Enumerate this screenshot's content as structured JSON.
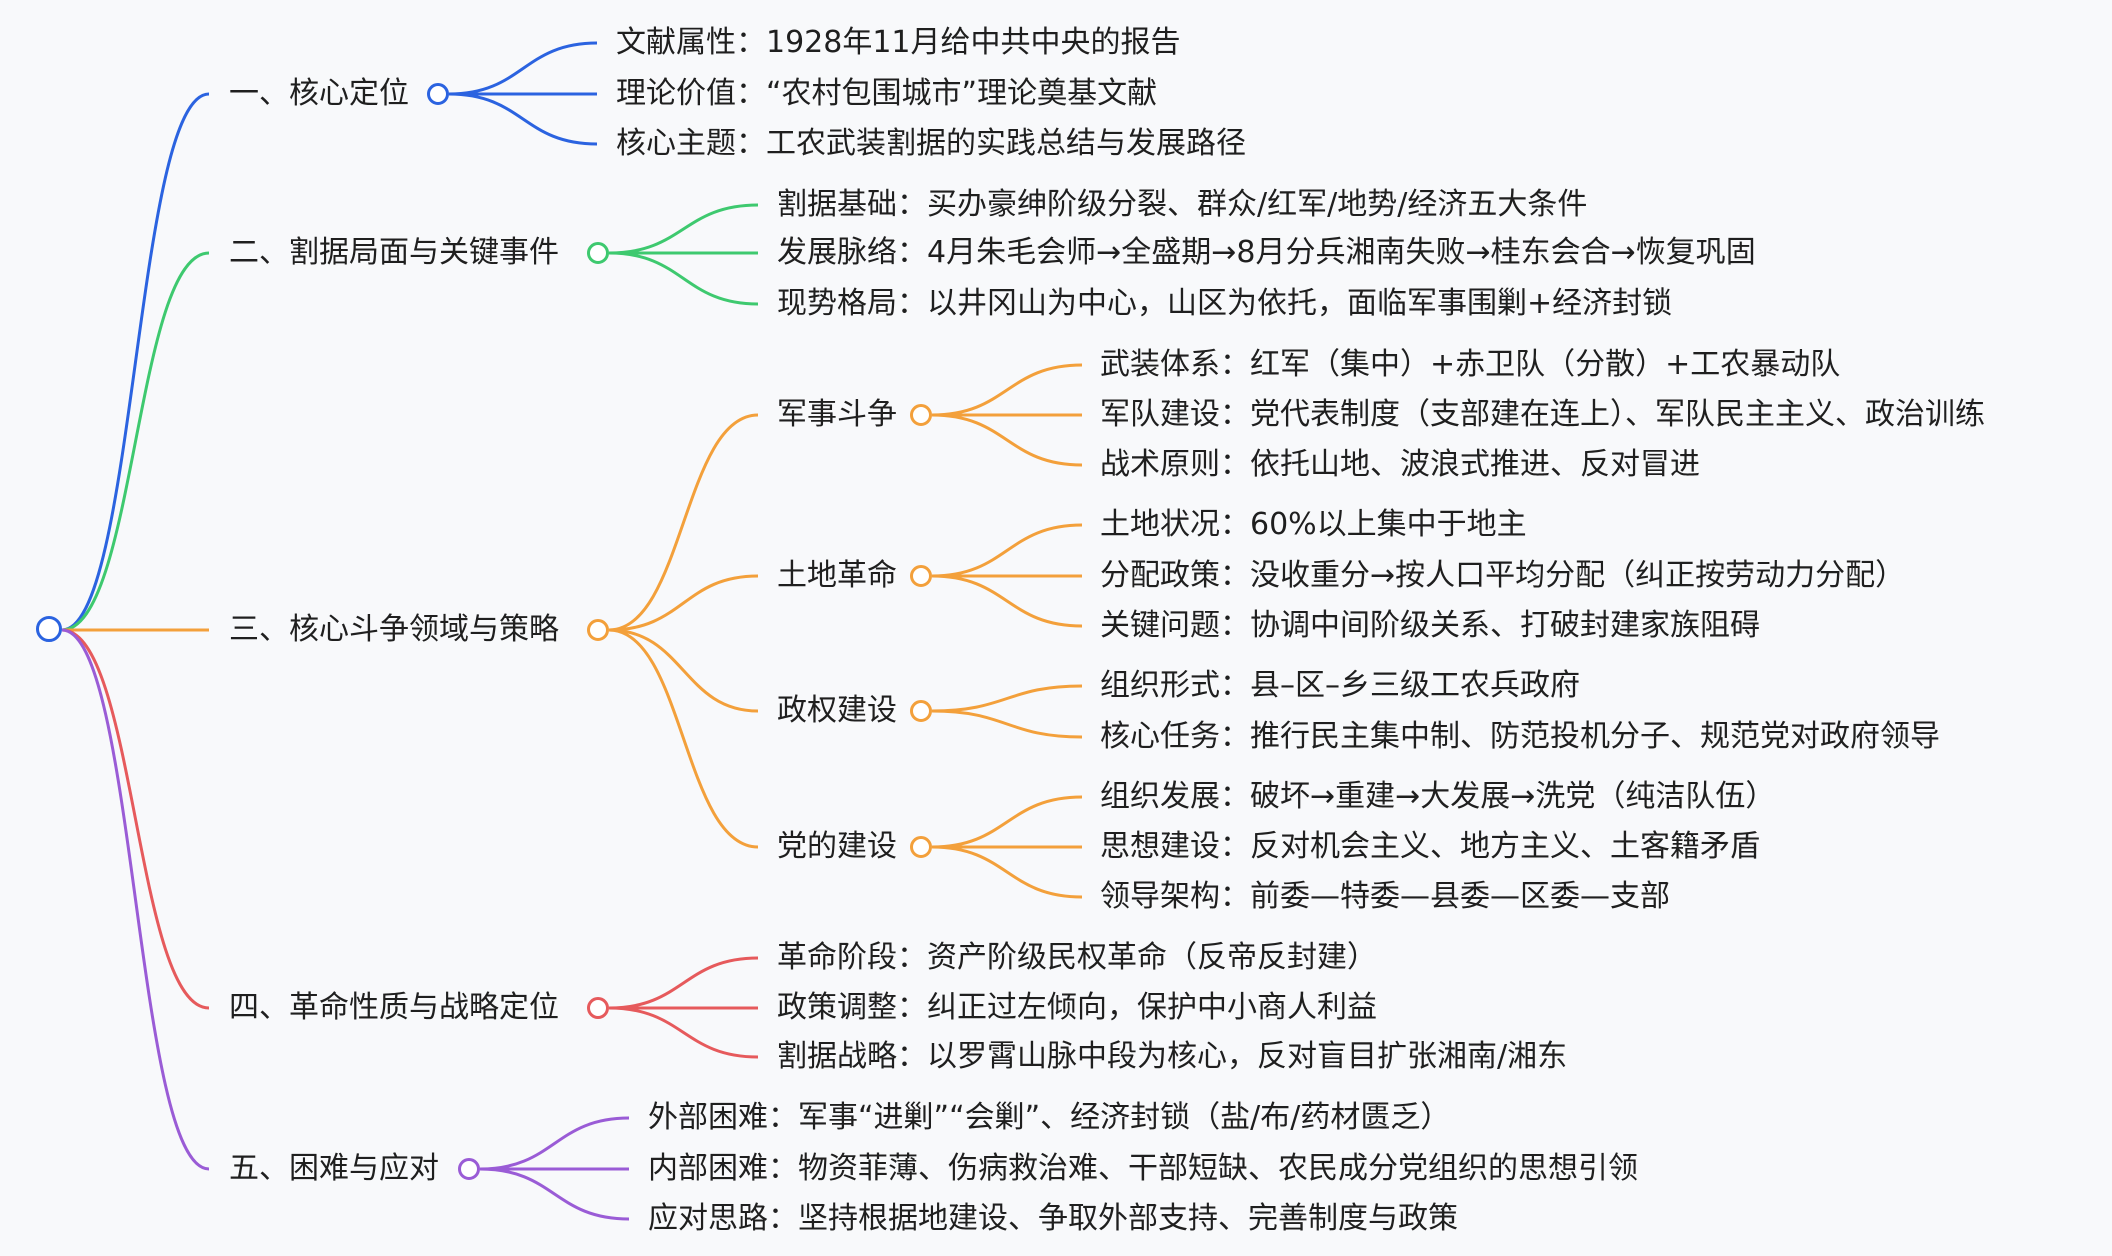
{
  "colors": {
    "blue": "#2b63e0",
    "green": "#3ec96f",
    "orange": "#f3a03b",
    "red": "#e65a5c",
    "purple": "#9a5cd6",
    "text": "#1f1f1f",
    "background": "#f8f9fb"
  },
  "branches": [
    {
      "label": "一、核心定位",
      "color": "blue",
      "children": [
        "文献属性：1928年11月给中共中央的报告",
        "理论价值：“农村包围城市”理论奠基文献",
        "核心主题：工农武装割据的实践总结与发展路径"
      ]
    },
    {
      "label": "二、割据局面与关键事件",
      "color": "green",
      "children": [
        "割据基础：买办豪绅阶级分裂、群众/红军/地势/经济五大条件",
        "发展脉络：4月朱毛会师→全盛期→8月分兵湘南失败→桂东会合→恢复巩固",
        "现势格局：以井冈山为中心，山区为依托，面临军事围剿+经济封锁"
      ]
    },
    {
      "label": "三、核心斗争领域与策略",
      "color": "orange",
      "children": [
        {
          "label": "军事斗争",
          "children": [
            "武装体系：红军（集中）+赤卫队（分散）+工农暴动队",
            "军队建设：党代表制度（支部建在连上）、军队民主主义、政治训练",
            "战术原则：依托山地、波浪式推进、反对冒进"
          ]
        },
        {
          "label": "土地革命",
          "children": [
            "土地状况：60%以上集中于地主",
            "分配政策：没收重分→按人口平均分配（纠正按劳动力分配）",
            "关键问题：协调中间阶级关系、打破封建家族阻碍"
          ]
        },
        {
          "label": "政权建设",
          "children": [
            "组织形式：县–区–乡三级工农兵政府",
            "核心任务：推行民主集中制、防范投机分子、规范党对政府领导"
          ]
        },
        {
          "label": "党的建设",
          "children": [
            "组织发展：破坏→重建→大发展→洗党（纯洁队伍）",
            "思想建设：反对机会主义、地方主义、土客籍矛盾",
            "领导架构：前委—特委—县委—区委—支部"
          ]
        }
      ]
    },
    {
      "label": "四、革命性质与战略定位",
      "color": "red",
      "children": [
        "革命阶段：资产阶级民权革命（反帝反封建）",
        "政策调整：纠正过左倾向，保护中小商人利益",
        "割据战略：以罗霄山脉中段为核心，反对盲目扩张湘南/湘东"
      ]
    },
    {
      "label": "五、困难与应对",
      "color": "purple",
      "children": [
        "外部困难：军事“进剿”“会剿”、经济封锁（盐/布/药材匮乏）",
        "内部困难：物资菲薄、伤病救治难、干部短缺、农民成分党组织的思想引领",
        "应对思路：坚持根据地建设、争取外部支持、完善制度与政策"
      ]
    }
  ]
}
